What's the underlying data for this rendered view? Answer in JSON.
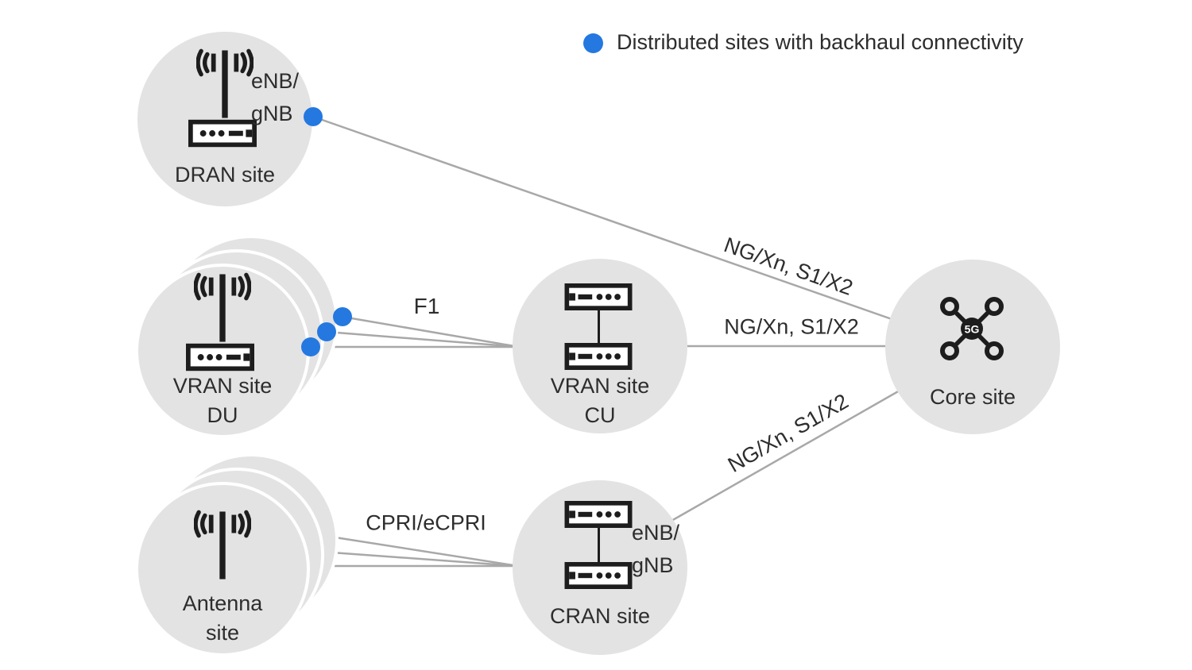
{
  "colors": {
    "node_fill": "#e3e3e3",
    "stack_gap": "#ffffff",
    "connector_line": "#a8a8a8",
    "icon": "#1d1d1d",
    "backhaul_dot": "#2478e0",
    "text": "#2d2d2d"
  },
  "legend": {
    "marker": "blue-dot",
    "label": "Distributed sites with backhaul connectivity"
  },
  "nodes": {
    "dran": {
      "label": "DRAN site",
      "annotation_line1": "eNB/",
      "annotation_line2": "gNB"
    },
    "vran_du": {
      "label_line1": "VRAN site",
      "label_line2": "DU"
    },
    "vran_cu": {
      "label_line1": "VRAN site",
      "label_line2": "CU"
    },
    "antenna": {
      "label_line1": "Antenna",
      "label_line2": "site"
    },
    "cran": {
      "label": "CRAN site",
      "annotation_line1": "eNB/",
      "annotation_line2": "gNB"
    },
    "core": {
      "label": "Core site",
      "icon_label": "5G"
    }
  },
  "links": {
    "dran_core": {
      "label": "NG/Xn, S1/X2"
    },
    "cu_core": {
      "label": "NG/Xn, S1/X2"
    },
    "cran_core": {
      "label": "NG/Xn, S1/X2"
    },
    "du_cu": {
      "label": "F1"
    },
    "antenna_cran": {
      "label": "CPRI/eCPRI"
    }
  }
}
